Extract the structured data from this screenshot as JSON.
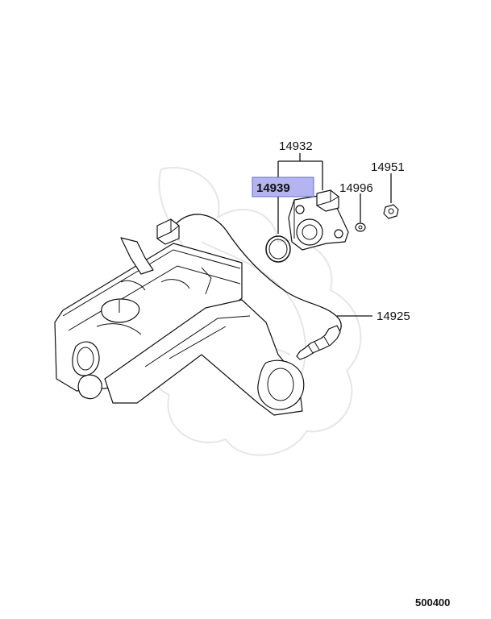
{
  "callouts": {
    "sensor_assembly": "14932",
    "o_ring": "14939",
    "screw": "14996",
    "nut": "14951",
    "oxygen_sensor": "14925"
  },
  "reference_code": "500400",
  "colors": {
    "highlight_fill": "#b4b4f0",
    "highlight_stroke": "#6a6ac8",
    "line": "#111111",
    "watermark": "#e6e6e6"
  }
}
